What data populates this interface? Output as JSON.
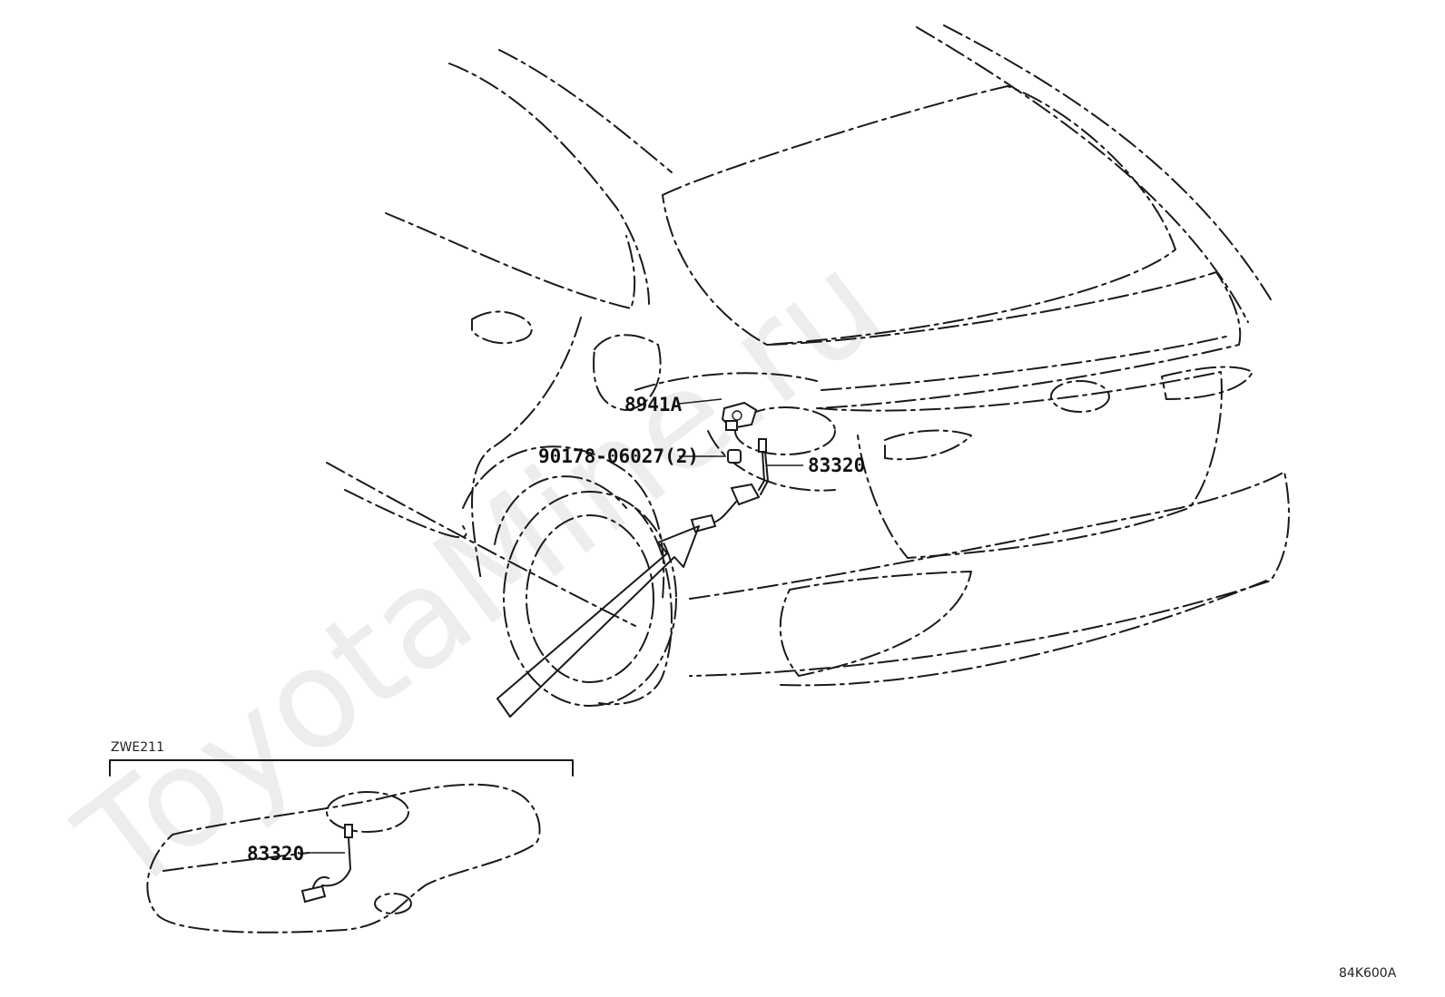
{
  "watermark": "ToyotaMine.ru",
  "callouts": {
    "lid_lock": "8941A",
    "clip": "90178-06027(2)",
    "sender_main": "83320",
    "sender_inset": "83320"
  },
  "inset": {
    "model": "ZWE211"
  },
  "figure_code": "84K600A"
}
